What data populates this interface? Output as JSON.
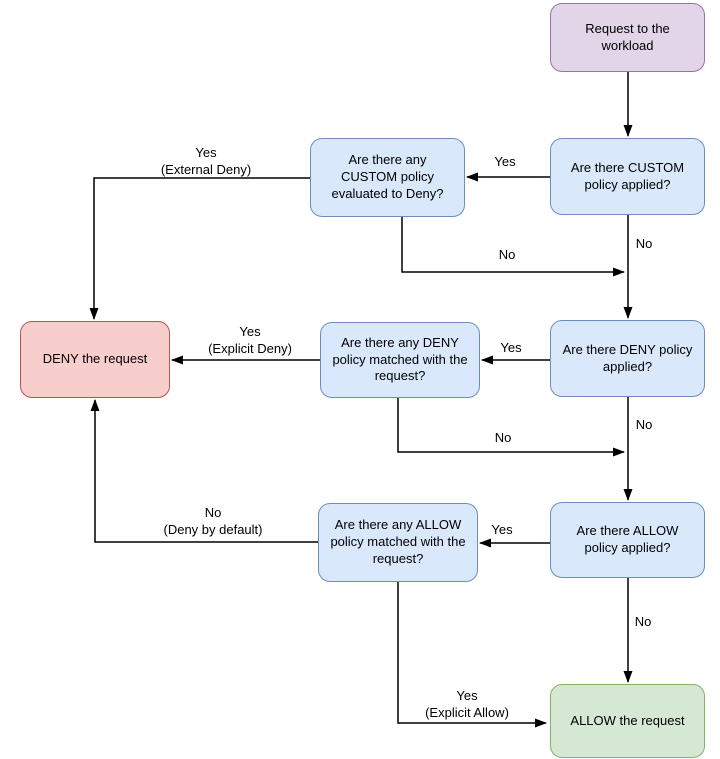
{
  "diagram": {
    "type": "flowchart",
    "nodes": {
      "request": {
        "label": "Request to the workload"
      },
      "custom_applied": {
        "label": "Are there CUSTOM policy applied?"
      },
      "custom_deny_eval": {
        "label": "Are there any CUSTOM policy evaluated to Deny?"
      },
      "deny_applied": {
        "label": "Are there DENY policy applied?"
      },
      "deny_matched": {
        "label": "Are there any DENY policy matched with the request?"
      },
      "allow_applied": {
        "label": "Are there ALLOW policy applied?"
      },
      "allow_matched": {
        "label": "Are there any ALLOW policy matched with the request?"
      },
      "deny_result": {
        "label": "DENY the request"
      },
      "allow_result": {
        "label": "ALLOW the request"
      }
    },
    "edge_labels": {
      "custom_applied_yes": "Yes",
      "custom_applied_no": "No",
      "custom_eval_yes": "Yes\n(External Deny)",
      "custom_eval_no": "No",
      "deny_applied_yes": "Yes",
      "deny_applied_no": "No",
      "deny_matched_yes": "Yes\n(Explicit Deny)",
      "deny_matched_no": "No",
      "allow_applied_yes": "Yes",
      "allow_applied_no": "No",
      "allow_matched_no": "No\n(Deny by default)",
      "allow_matched_yes": "Yes\n(Explicit Allow)"
    },
    "colors": {
      "start_fill": "#E1D5E7",
      "start_border": "#9673A6",
      "decision_fill": "#DAE8FC",
      "decision_border": "#6C8EBF",
      "deny_fill": "#F8CECC",
      "deny_border": "#B85450",
      "allow_fill": "#D5E8D4",
      "allow_border": "#82B366",
      "line": "#000000",
      "background": "#FFFFFF"
    }
  }
}
